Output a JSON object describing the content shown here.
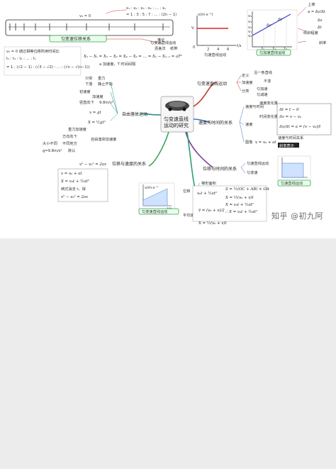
{
  "center": {
    "title_line1": "匀变速直线",
    "title_line2": "运动的研究"
  },
  "top_left": {
    "title": "匀变速位移关系",
    "ratio_top": "x₁ : x₂ : x₃ : x₄ : … : xₙ",
    "ratio_vals": "= 1 : 3 : 5 : 7 : … : (2n − 1)",
    "v0_label": "v₀ = 0",
    "note1": "v₀ = 0 通过相等位移所用时间比",
    "note2": "t₁ : t₂ : t₃ : … : tₙ",
    "note3": "= 1 : (√2 − 1) : (√3 − √2) : … : (√n − √(n−1))",
    "diff_eq": "X₂ − X₁ = X₃ − X₂ = X₄ − X₃ = … = Xₙ − Xₙ₋₁ = aT²",
    "diff_note": "a 加速度，T 时间间隔",
    "right_label1": "匀变速直线运动",
    "right_label2": "推论",
    "right_label3": "逐差法",
    "right_label4": "纸带"
  },
  "vt_graph1": {
    "ylabel": "v(m·s⁻¹)",
    "xlabel": "t/s",
    "caption": "匀速直线运动",
    "ticks": [
      "2",
      "4",
      "6"
    ],
    "origin": "0",
    "v_label": "V"
  },
  "vt_graph2": {
    "caption": "匀加速直线运动",
    "y_labels": [
      "v₄",
      "v₃",
      "v₂",
      "v₁",
      "v₀"
    ],
    "x_labels": [
      "t₁",
      "t₂",
      "t₃"
    ],
    "right_note1": "Δv",
    "right_note2": "Δt",
    "right_note3": "倾斜程度",
    "right_note4": "上坡",
    "right_note5": "a = Δv/Δt",
    "right_note6": "Δv",
    "right_note7": "Δt",
    "right_note8": "倾斜",
    "right_note9": "斜率"
  },
  "branch_uniform": {
    "label": "匀变速直线运动",
    "items": [
      "定义",
      "加速度",
      "分类"
    ],
    "sub": [
      "沿一条直线",
      "不变",
      "匀加速",
      "匀减速"
    ]
  },
  "branch_velocity_time": {
    "label": "速度与时间的关系",
    "items": [
      "速度与时间",
      "速度",
      "图像"
    ],
    "eq1": "Δt = t − 0",
    "eq2": "Δv = v − v₀",
    "eq3": "Δv/Δt = a = (v − v₀)/t",
    "eq4": "v = v₀ + at",
    "sub": [
      "图像",
      "v₀",
      "斜率"
    ],
    "box_label1": "速度变化量",
    "box_label2": "时间变化量",
    "box_label3": "速度与时间关系",
    "box_label4": "斜率表示"
  },
  "branch_free_fall": {
    "label": "自由落体运动",
    "items": [
      "只受",
      "重力",
      "下落",
      "静止开始",
      "初速度",
      "加速度",
      "竖直向下",
      "9.8m/s²"
    ],
    "eq1": "v = gt",
    "eq2": "X = ½gt²",
    "side1": "重力加速度",
    "side2": "自由落体加速度",
    "side3": "大小不同",
    "side4": "方向向下",
    "side5": "不同地方",
    "side6": "g=9.8m/s²",
    "side7": "默认"
  },
  "branch_disp_velocity": {
    "label": "位移与速度的关系",
    "eq": "v² − v₀² = 2ax",
    "box_lines": [
      "v = v₀ + at",
      "X = v₀t + ½at²",
      "两式消去 t，得",
      "v² − v₀² = 2ax"
    ]
  },
  "branch_disp_time": {
    "label": "位移与时间的关系",
    "sub": [
      "匀速直线运动",
      "匀变速"
    ],
    "caption": "匀速直线运动"
  },
  "bottom_branch": {
    "label1": "梯形面积",
    "label2": "位移",
    "label3": "平均速度",
    "eq1": "S = ½(OC + AB) × OA",
    "eq2": "v₀t + ½at²",
    "eq3": "X = ½(v₀ + v)t",
    "eq4": "v̄ = (v₀ + v)/2",
    "eq5": "X = v₀t + ½at²",
    "eq6": "X = ½(v₀ + v)t",
    "eq7": "∴ X = v₀t + ½at²",
    "graph_caption": "匀变速直线运动",
    "graph_ylabel": "v/m·s⁻¹",
    "graph_xlabel": "t/s"
  },
  "watermark": "知乎 @初九阿"
}
